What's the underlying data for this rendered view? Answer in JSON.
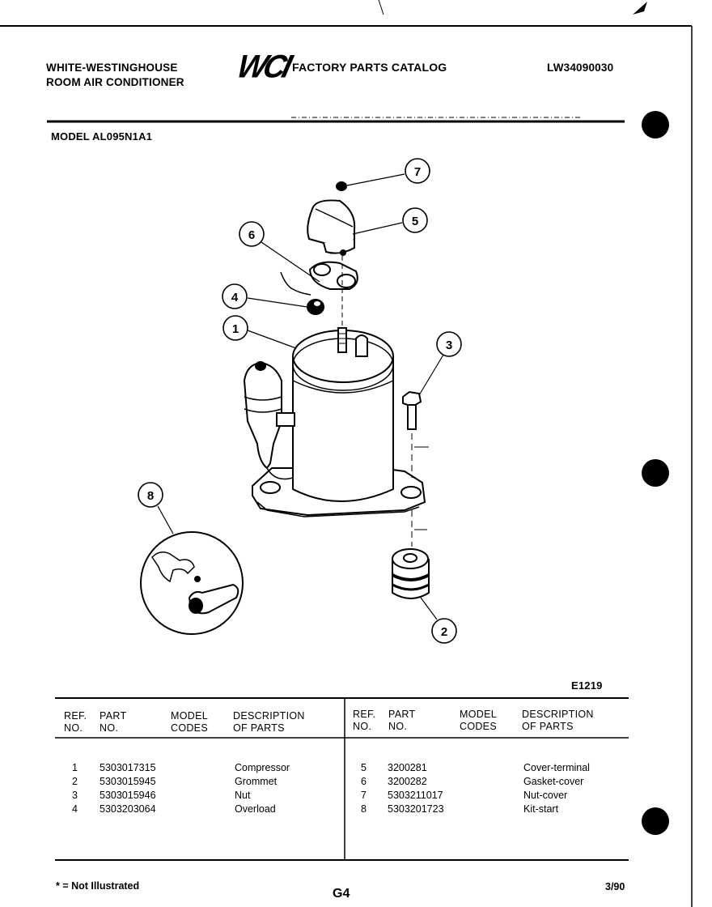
{
  "header": {
    "brand_line1": "WHITE-WESTINGHOUSE",
    "brand_line2": "ROOM AIR CONDITIONER",
    "logo": "WCI",
    "catalog_title": "FACTORY PARTS CATALOG",
    "catalog_number": "LW34090030",
    "model": "MODEL AL095N1A1"
  },
  "diagram": {
    "figure_code": "E1219",
    "callouts": [
      "1",
      "2",
      "3",
      "4",
      "5",
      "6",
      "7",
      "8"
    ]
  },
  "parts_table": {
    "headers": {
      "ref_no": [
        "REF.",
        "NO."
      ],
      "part_no": [
        "PART",
        "NO."
      ],
      "model_codes": [
        "MODEL",
        "CODES"
      ],
      "description": [
        "DESCRIPTION",
        "OF PARTS"
      ]
    },
    "left_rows": [
      {
        "ref": "1",
        "part": "5303017315",
        "desc": "Compressor"
      },
      {
        "ref": "2",
        "part": "5303015945",
        "desc": "Grommet"
      },
      {
        "ref": "3",
        "part": "5303015946",
        "desc": "Nut"
      },
      {
        "ref": "4",
        "part": "5303203064",
        "desc": "Overload"
      }
    ],
    "right_rows": [
      {
        "ref": "5",
        "part": "3200281",
        "desc": "Cover-terminal"
      },
      {
        "ref": "6",
        "part": "3200282",
        "desc": "Gasket-cover"
      },
      {
        "ref": "7",
        "part": "5303211017",
        "desc": "Nut-cover"
      },
      {
        "ref": "8",
        "part": "5303201723",
        "desc": "Kit-start"
      }
    ]
  },
  "footer": {
    "note": "* = Not Illustrated",
    "page": "G4",
    "date": "3/90"
  }
}
